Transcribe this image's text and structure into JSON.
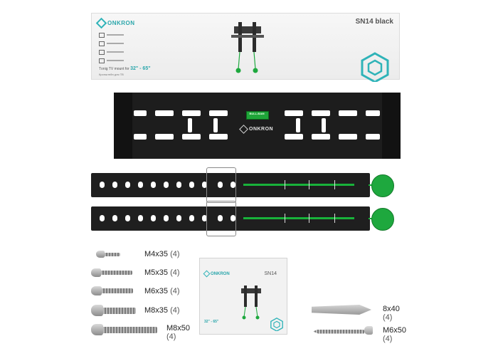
{
  "box": {
    "brand": "ONKRON",
    "model": "SN14 black",
    "size_prefix": "Тonig TV mount for",
    "size_range": "32\" - 65\"",
    "subtitle": "Кронштейн для ТВ",
    "accent_color": "#2fb3b8"
  },
  "plate": {
    "brand": "ONKRON",
    "level_label": "BULL-BAM"
  },
  "screws": [
    {
      "size": "M4x35",
      "qty": "(4)"
    },
    {
      "size": "M5x35",
      "qty": "(4)"
    },
    {
      "size": "M6x35",
      "qty": "(4)"
    },
    {
      "size": "M8x35",
      "qty": "(4)"
    },
    {
      "size": "M8x50",
      "qty": "(4)"
    }
  ],
  "manual": {
    "brand": "ONKRON",
    "model": "SN14",
    "size_range": "32\" - 65\""
  },
  "anchors": [
    {
      "size": "8x40",
      "qty": "(4)"
    },
    {
      "size": "M6x50",
      "qty": "(4)"
    }
  ],
  "colors": {
    "level_green": "#1fa539",
    "steel_black": "#1d1d1d"
  }
}
